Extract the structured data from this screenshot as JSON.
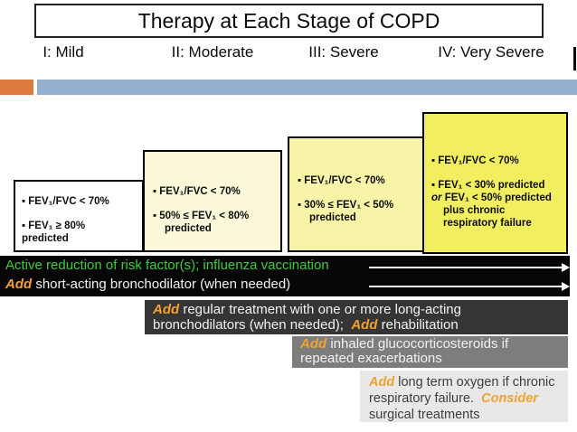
{
  "slide": {
    "title": "Therapy at Each Stage of COPD"
  },
  "colors": {
    "accent_orange": "#F2A230",
    "green_text": "#3ECC3E",
    "deco_orange": "#DC7B3E",
    "deco_blue": "#95AFCE",
    "box2_bg": "#FAF8D8",
    "box3_bg": "#F7F4A8",
    "box4_bg": "#F1EE5F",
    "bar_dark": "#353535",
    "bar_mid": "#7D7D7D",
    "bar_light": "#E8E8E8"
  },
  "stages": [
    {
      "label": "I: Mild",
      "criteria": [
        {
          "seg": [
            {
              "t": "▪ FEV₁/FVC < 70%",
              "s": "n"
            }
          ]
        },
        {
          "seg": [
            {
              "t": "▪ FEV₁ ≥ 80%",
              "s": "n"
            }
          ],
          "gap": true
        },
        {
          "seg": [
            {
              "t": "predicted",
              "s": "n"
            }
          ]
        }
      ]
    },
    {
      "label": "II: Moderate",
      "criteria": [
        {
          "seg": [
            {
              "t": "▪ FEV₁/FVC < 70%",
              "s": "n"
            }
          ]
        },
        {
          "seg": [
            {
              "t": "▪ 50% ≤ FEV₁ < 80%",
              "s": "n"
            }
          ],
          "gap": true
        },
        {
          "seg": [
            {
              "t": "predicted",
              "s": "n"
            }
          ],
          "ind": 1
        }
      ]
    },
    {
      "label": "III: Severe",
      "criteria": [
        {
          "seg": [
            {
              "t": "▪ FEV₁/FVC < 70%",
              "s": "n"
            }
          ]
        },
        {
          "seg": [
            {
              "t": "▪ 30% ≤ FEV₁ < 50%",
              "s": "n"
            }
          ],
          "gap": true
        },
        {
          "seg": [
            {
              "t": "predicted",
              "s": "n"
            }
          ],
          "ind": 1
        }
      ]
    },
    {
      "label": "IV: Very Severe",
      "criteria": [
        {
          "seg": [
            {
              "t": "▪ FEV₁/FVC < 70%",
              "s": "n"
            }
          ]
        },
        {
          "seg": [
            {
              "t": "▪ FEV₁ < 30% predicted",
              "s": "n"
            }
          ],
          "gap": true
        },
        {
          "seg": [
            {
              "t": "or ",
              "s": "i"
            },
            {
              "t": "FEV₁ < 50% predicted",
              "s": "n"
            }
          ]
        },
        {
          "seg": [
            {
              "t": "plus chronic",
              "s": "n"
            }
          ],
          "ind": 1
        },
        {
          "seg": [
            {
              "t": "respiratory failure",
              "s": "n"
            }
          ],
          "ind": 1
        }
      ]
    }
  ],
  "therapy_rows": [
    {
      "name": "risk-reduction",
      "arrow": true,
      "lines": [
        {
          "seg": [
            {
              "t": "Active reduction of risk factor(s); influenza vaccination",
              "s": "g"
            }
          ]
        }
      ]
    },
    {
      "name": "short-acting-bronchodilator",
      "arrow": true,
      "lines": [
        {
          "seg": [
            {
              "t": "Add",
              "s": "a"
            },
            {
              "t": " short-acting bronchodilator (when needed)",
              "s": "w"
            }
          ]
        }
      ]
    },
    {
      "name": "long-acting-bronchodilators",
      "lines": [
        {
          "seg": [
            {
              "t": "Add",
              "s": "a"
            },
            {
              "t": " regular treatment with one or more long-acting",
              "s": "w"
            }
          ]
        },
        {
          "seg": [
            {
              "t": "bronchodilators (when needed);  ",
              "s": "w"
            },
            {
              "t": "Add",
              "s": "a"
            },
            {
              "t": " rehabilitation",
              "s": "w"
            }
          ]
        }
      ]
    },
    {
      "name": "inhaled-glucocorticosteroids",
      "lines": [
        {
          "seg": [
            {
              "t": "Add",
              "s": "a"
            },
            {
              "t": " inhaled glucocorticosteroids if",
              "s": "w"
            }
          ]
        },
        {
          "seg": [
            {
              "t": "repeated exacerbations",
              "s": "w"
            }
          ]
        }
      ]
    },
    {
      "name": "long-term-oxygen",
      "lines": [
        {
          "seg": [
            {
              "t": "Add",
              "s": "a"
            },
            {
              "t": " long term oxygen if chronic",
              "s": "d"
            }
          ]
        },
        {
          "seg": [
            {
              "t": "respiratory failure.  ",
              "s": "d"
            },
            {
              "t": "Consider",
              "s": "a"
            }
          ]
        },
        {
          "seg": [
            {
              "t": "surgical treatments",
              "s": "d"
            }
          ]
        }
      ]
    }
  ]
}
